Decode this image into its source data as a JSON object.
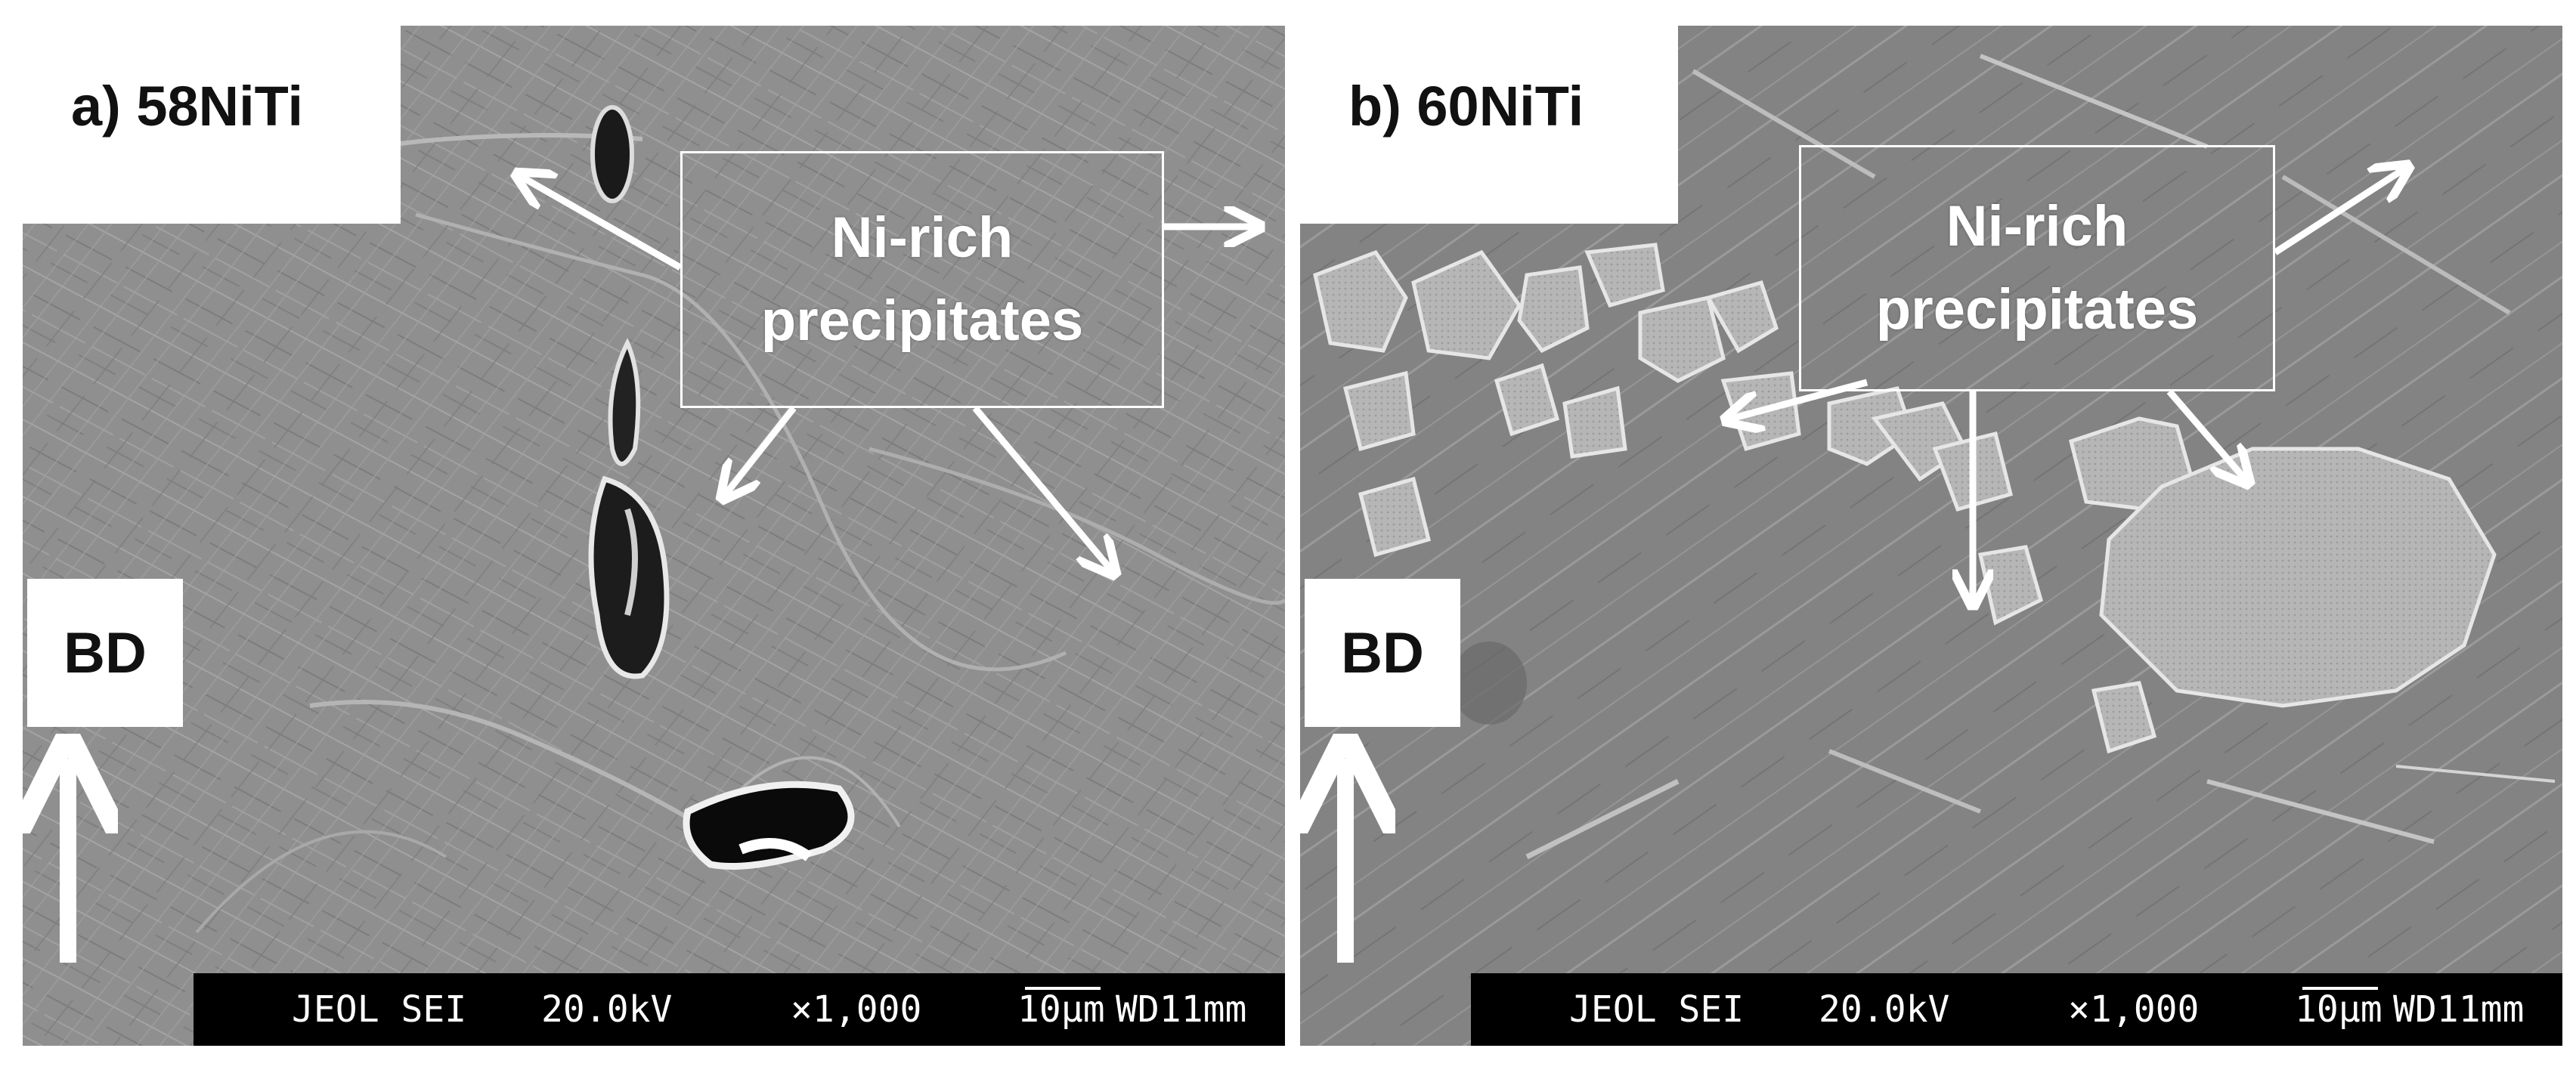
{
  "panels": [
    {
      "label": "a) 58NiTi",
      "annotation_line1": "Ni-rich",
      "annotation_line2": "precipitates",
      "direction_label": "BD",
      "scalebar": {
        "instrument": "JEOL SEI",
        "voltage": "20.0kV",
        "magnification": "×1,000",
        "scale": "10μm",
        "working_distance": "WD11mm"
      }
    },
    {
      "label": "b) 60NiTi",
      "annotation_line1": "Ni-rich",
      "annotation_line2": "precipitates",
      "direction_label": "BD",
      "scalebar": {
        "instrument": "JEOL SEI",
        "voltage": "20.0kV",
        "magnification": "×1,000",
        "scale": "10μm",
        "working_distance": "WD11mm"
      }
    }
  ],
  "colors": {
    "matrix_a": "#8f8f8f",
    "matrix_b": "#838383",
    "precipitate": "#b4b4b4",
    "pore": "#0a0a0a",
    "annotation": "#ffffff"
  },
  "icons": [
    "arrow-up-icon",
    "pointer-arrow-icon"
  ]
}
